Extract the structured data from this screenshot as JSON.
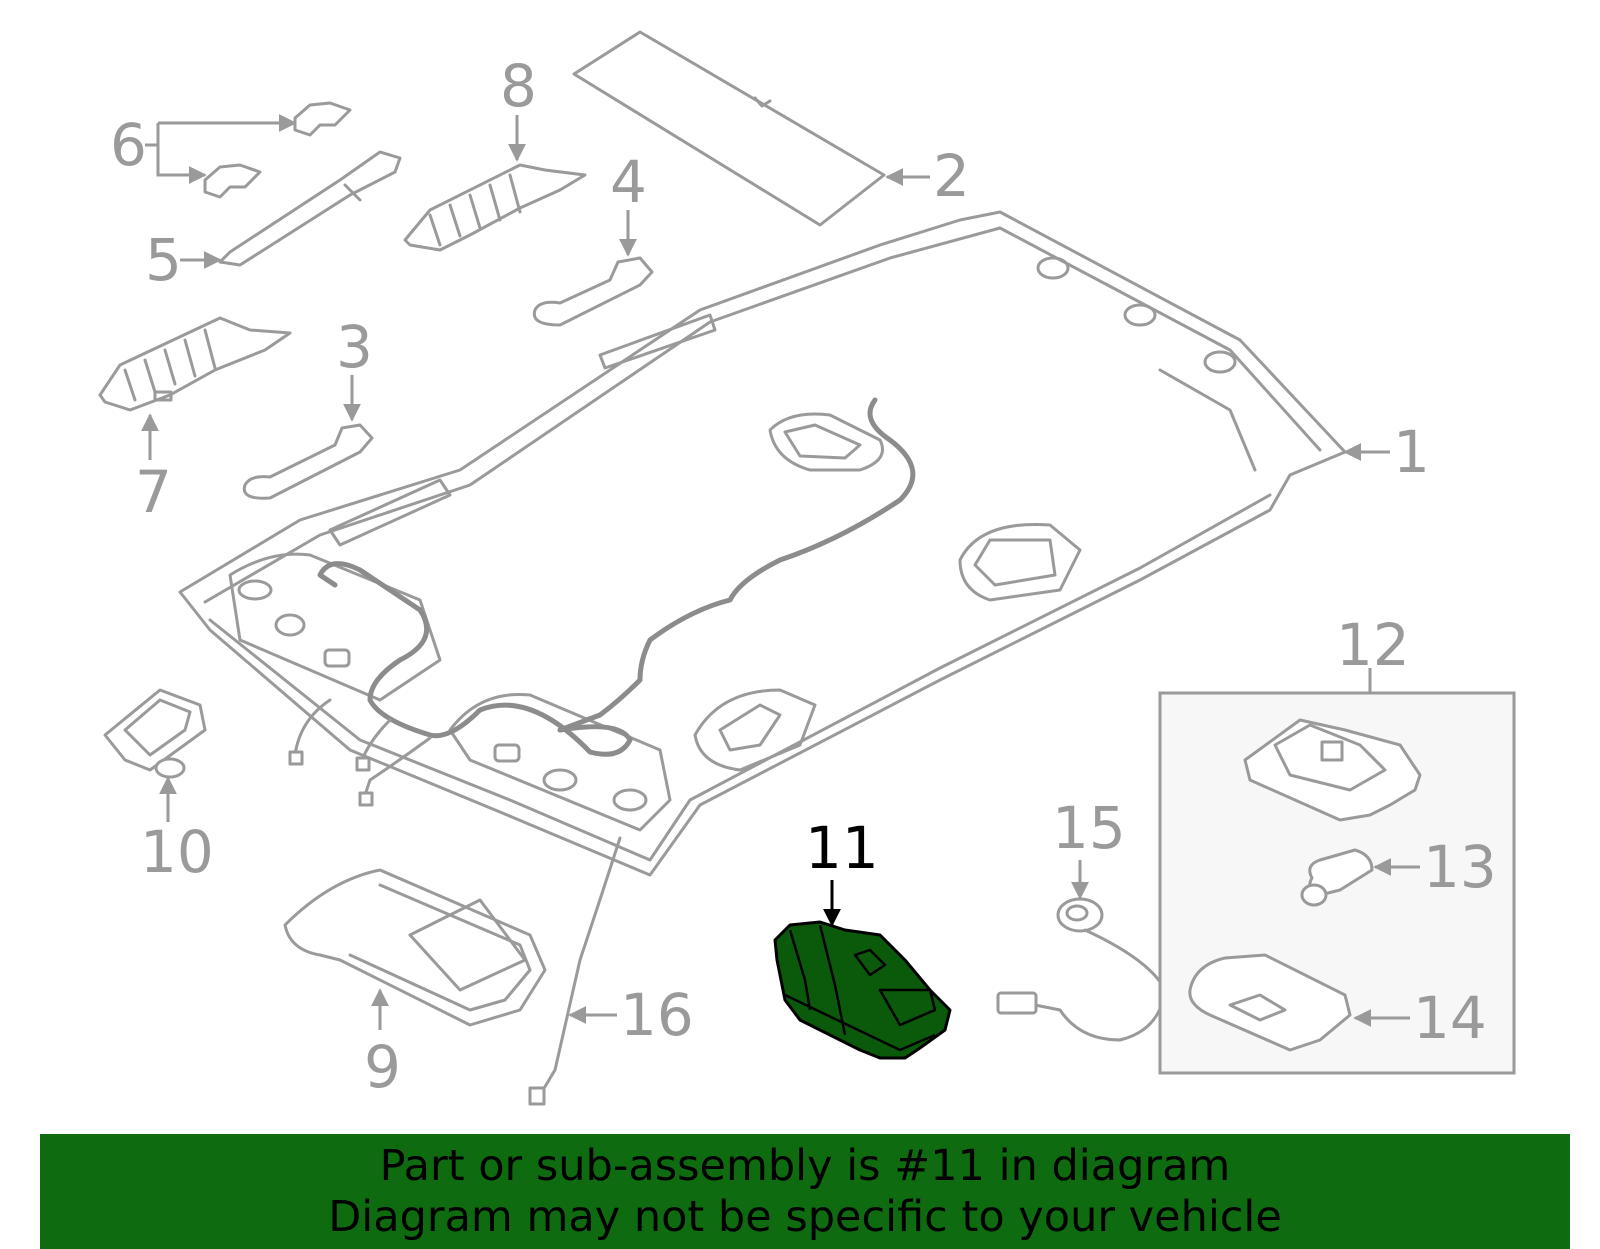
{
  "diagram": {
    "highlight_color": "#0b5a0b",
    "line_color": "#9a9a9a",
    "highlighted_part": "11",
    "callouts": [
      "1",
      "2",
      "3",
      "4",
      "5",
      "6",
      "7",
      "8",
      "9",
      "10",
      "11",
      "12",
      "13",
      "14",
      "15",
      "16"
    ]
  },
  "banner": {
    "background": "#0f6b0f",
    "line1": "Part or sub-assembly is #11 in diagram",
    "line2": "Diagram may not be specific to your vehicle"
  }
}
